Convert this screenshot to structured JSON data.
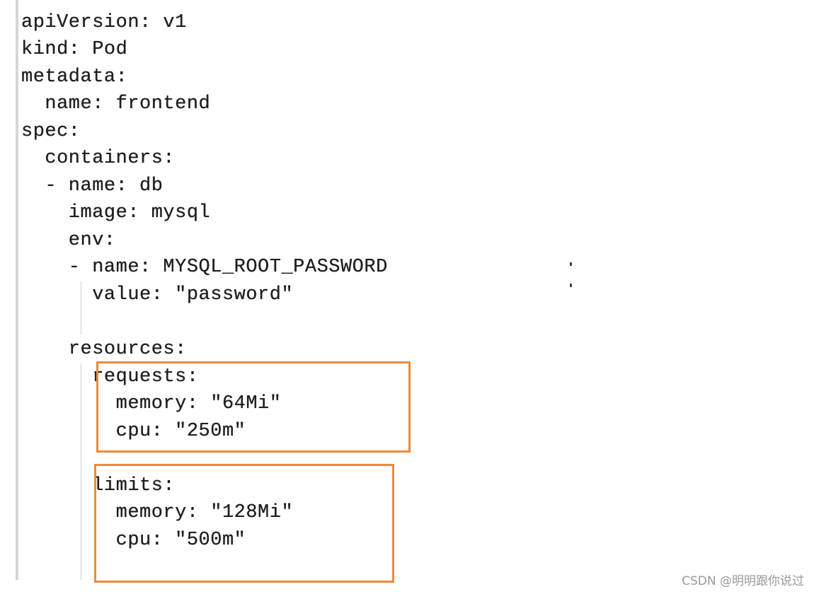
{
  "yaml_lines": [
    "apiVersion: v1",
    "kind: Pod",
    "metadata:",
    "  name: frontend",
    "spec:",
    "  containers:",
    "  - name: db",
    "    image: mysql",
    "    env:",
    "    - name: MYSQL_ROOT_PASSWORD",
    "      value: \"password\"",
    "",
    "    resources:",
    "      requests:",
    "        memory: \"64Mi\"",
    "        cpu: \"250m\"",
    "",
    "      limits:",
    "        memory: \"128Mi\"",
    "        cpu: \"500m\""
  ],
  "highlight_color": "#ee8a3c",
  "watermark": "CSDN @明明跟你说过"
}
